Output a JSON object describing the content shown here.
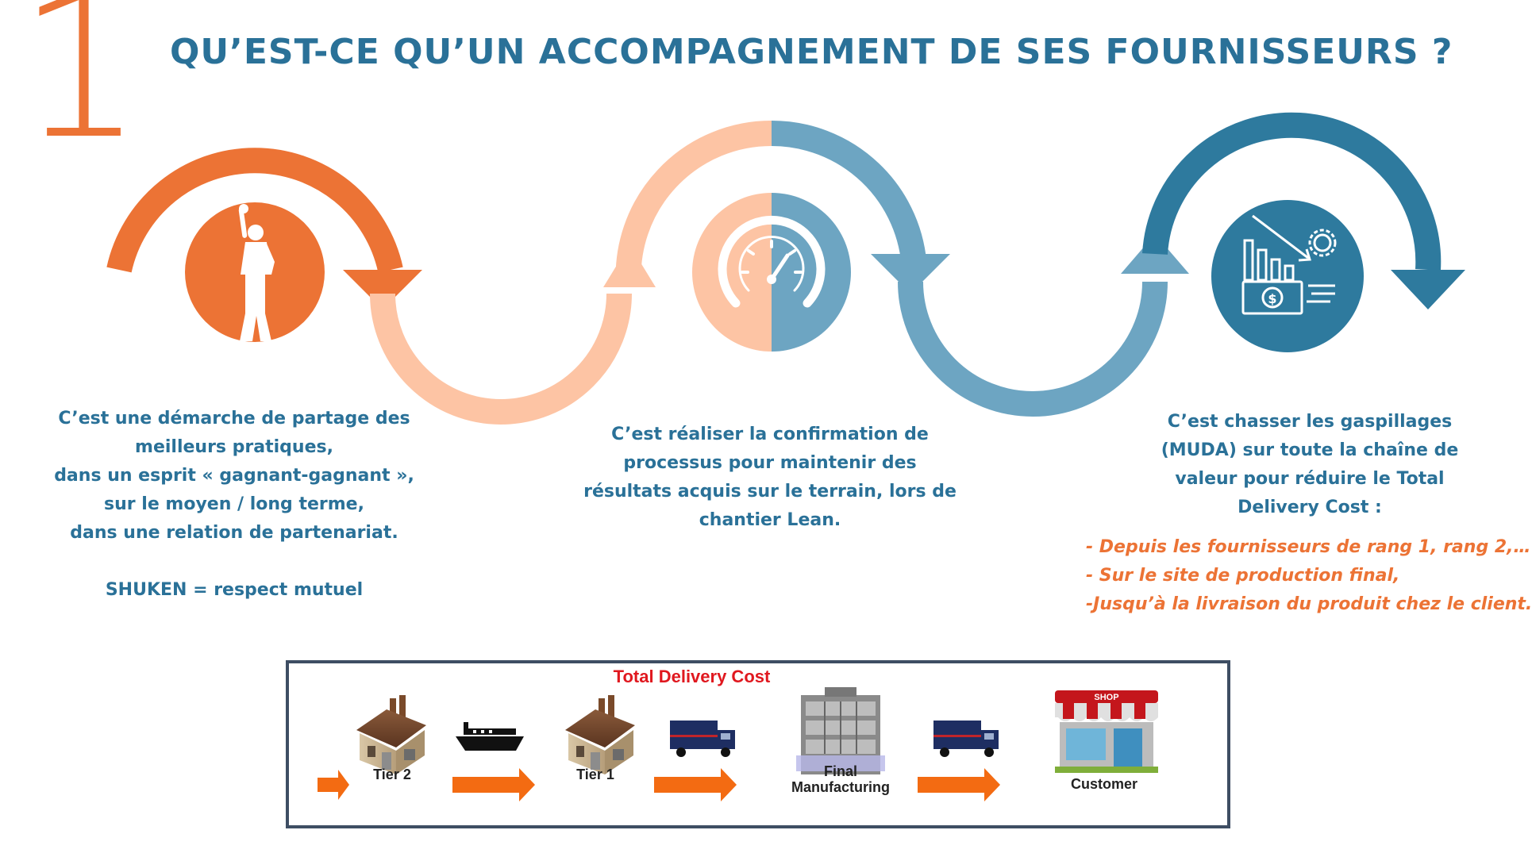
{
  "header": {
    "number": "1",
    "title": "QU’EST-CE QU’UN ACCOMPAGNEMENT DE SES FOURNISSEURS ?"
  },
  "colors": {
    "orange": "#ec7335",
    "peach": "#fdc4a4",
    "light_blue": "#6da5c2",
    "dark_blue": "#2e7a9e",
    "title_blue": "#2a7198",
    "tdc_red": "#e0181f",
    "arrow_orange": "#f36b12"
  },
  "icons": [
    "person-raised-fist-icon",
    "gauge-icon",
    "cost-reduction-icon"
  ],
  "step1": {
    "lines": [
      "C’est une démarche de partage des",
      "meilleurs pratiques,",
      "dans un esprit « gagnant-gagnant »,",
      "sur le moyen / long terme,",
      "dans une relation de partenariat."
    ],
    "motto": "SHUKEN = respect mutuel"
  },
  "step2": {
    "lines": [
      "C’est réaliser la confirmation de",
      "processus pour maintenir des",
      "résultats acquis sur le terrain, lors de",
      "chantier Lean."
    ]
  },
  "step3": {
    "lines": [
      "C’est chasser les gaspillages",
      "(MUDA) sur toute la chaîne de",
      "valeur pour réduire le Total",
      "Delivery Cost :"
    ],
    "list": [
      "- Depuis les fournisseurs de rang 1, rang 2,…",
      "- Sur le site de production final,",
      "-Jusqu’à la livraison du produit chez le client."
    ]
  },
  "tdc": {
    "title": "Total Delivery Cost",
    "stages": {
      "tier2": "Tier 2",
      "tier1": "Tier 1",
      "final_1": "Final",
      "final_2": "Manufacturing",
      "customer": "Customer",
      "shop_sign": "SHOP"
    }
  }
}
